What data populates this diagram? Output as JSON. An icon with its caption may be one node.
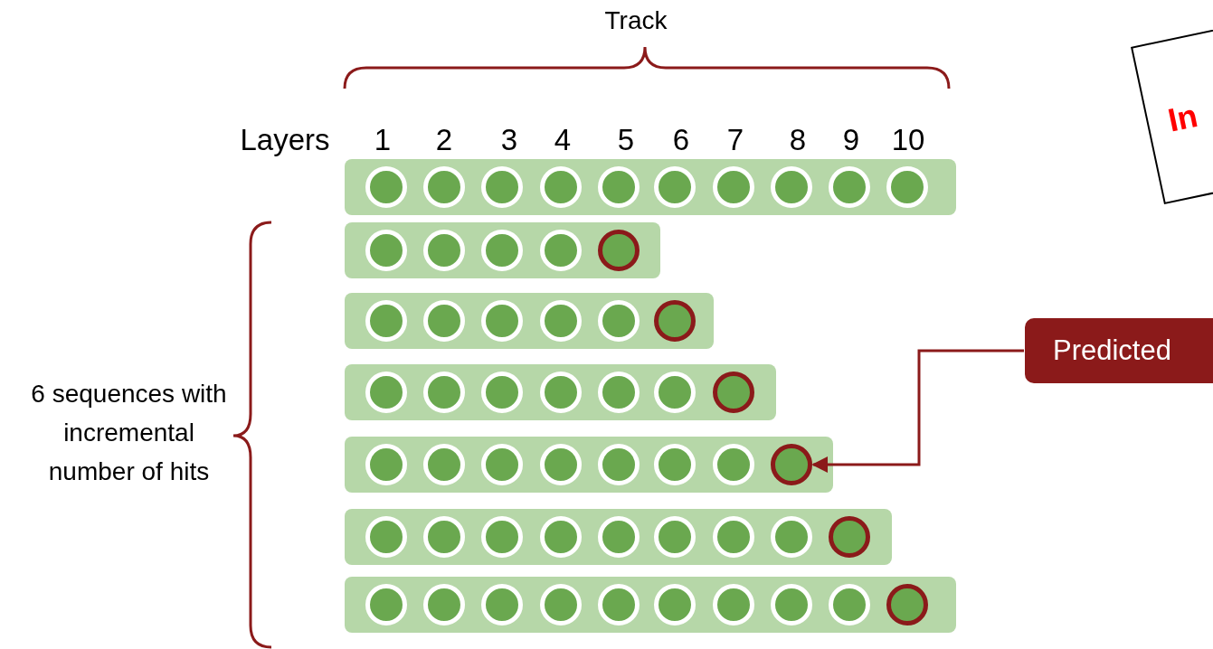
{
  "diagram": {
    "nodes": [
      {
        "text": [
          "In"
        ]
      },
      {
        "text": [
          "Predicted"
        ]
      },
      {
        "text": [],
        "shape": "circle"
      },
      {
        "text": [],
        "shape": "circle"
      },
      {
        "text": [],
        "shape": "circle"
      },
      {
        "text": [],
        "shape": "circle"
      },
      {
        "text": [],
        "shape": "circle"
      },
      {
        "text": [],
        "shape": "circle"
      }
    ],
    "edges": [
      {
        "from": 1,
        "to": 5,
        "arrow": "to"
      }
    ],
    "labels": [
      "Track",
      "Layers",
      "1",
      "2",
      "3",
      "4",
      "5",
      "6",
      "7",
      "8",
      "9",
      "10",
      "6 sequences with incremental number of hits"
    ]
  }
}
